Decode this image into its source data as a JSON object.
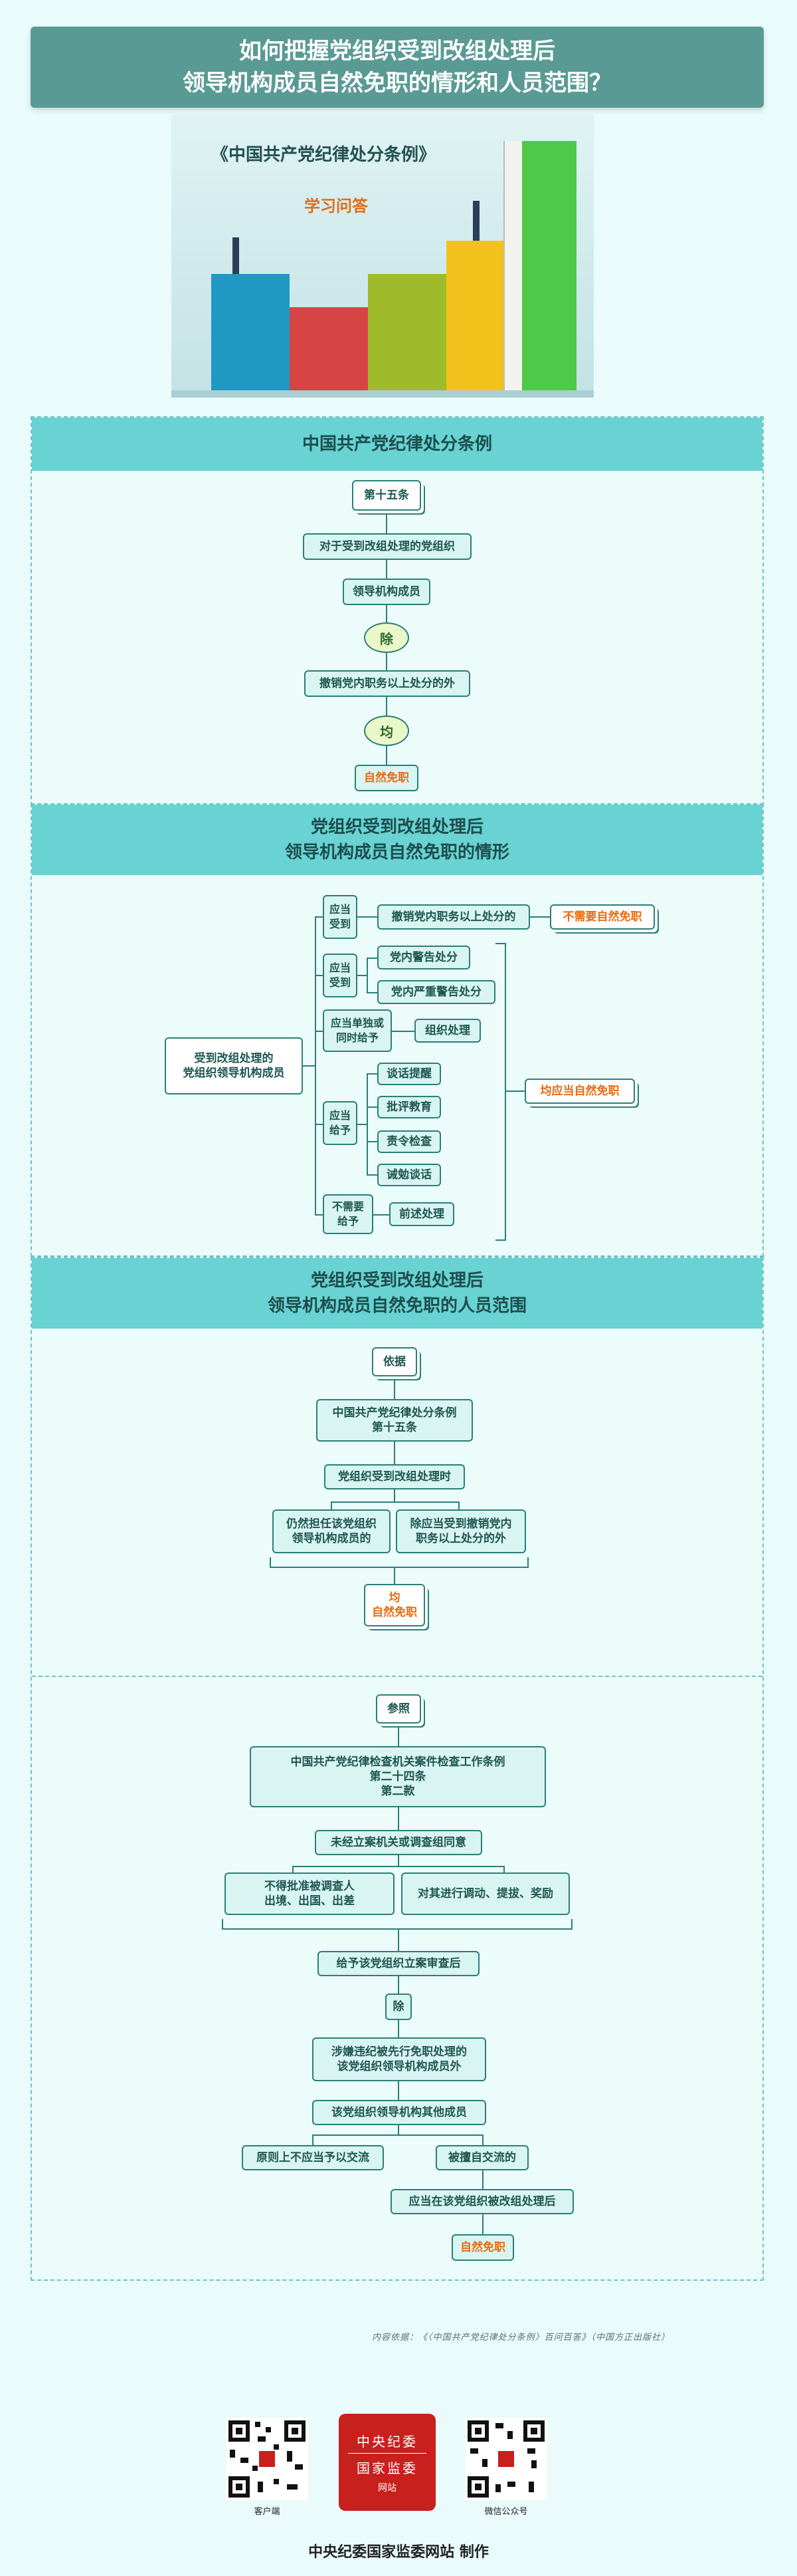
{
  "header": {
    "line1": "如何把握党组织受到改组处理后",
    "line2": "领导机构成员自然免职的情形和人员范围？"
  },
  "hero": {
    "book_title": "《中国共产党纪律处分条例》",
    "subtitle": "学习问答"
  },
  "section1": {
    "title": "中国共产党纪律处分条例",
    "article": "第十五条",
    "step1": "对于受到改组处理的党组织",
    "step2": "领导机构成员",
    "except": "除",
    "step3": "撤销党内职务以上处分的外",
    "all": "均",
    "result": "自然免职"
  },
  "section2": {
    "title_line1": "党组织受到改组处理后",
    "title_line2": "领导机构成员自然免职的情形",
    "root": "受到改组处理的\n党组织领导机构成员",
    "g1_label": "应当\n受到",
    "g1_item": "撤销党内职务以上处分的",
    "g1_result": "不需要自然免职",
    "g2_label": "应当\n受到",
    "g2_items": [
      "党内警告处分",
      "党内严重警告处分"
    ],
    "g3_label": "应当单独或\n同时给予",
    "g3_item": "组织处理",
    "g4_label": "应当\n给予",
    "g4_items": [
      "谈话提醒",
      "批评教育",
      "责令检查",
      "诫勉谈话"
    ],
    "g5_label": "不需要\n给予",
    "g5_item": "前述处理",
    "right_result": "均应当自然免职"
  },
  "section3": {
    "title_line1": "党组织受到改组处理后",
    "title_line2": "领导机构成员自然免职的人员范围",
    "basis": "依据",
    "doc": "中国共产党纪律处分条例\n第十五条",
    "when": "党组织受到改组处理时",
    "left": "仍然担任该党组织\n领导机构成员的",
    "right": "除应当受到撤销党内\n职务以上处分的外",
    "result_all": "均",
    "result": "自然免职",
    "ref": "参照",
    "ref_doc": "中国共产党纪律检查机关案件检查工作条例\n第二十四条\n第二款",
    "r1": "未经立案机关或调查组同意",
    "r2_left": "不得批准被调查人\n出境、出国、出差",
    "r2_right": "对其进行调动、提拔、奖励",
    "r3": "给予该党组织立案审查后",
    "r4": "除",
    "r5": "涉嫌违纪被先行免职处理的\n该党组织领导机构成员外",
    "r6": "该党组织领导机构其他成员",
    "r7_left": "原则上不应当予以交流",
    "r7_right": "被擅自交流的",
    "r8": "应当在该党组织被改组处理后",
    "r9": "自然免职"
  },
  "source": "内容依据：《〈中国共产党纪律处分条例〉百问百答》（中国方正出版社）",
  "footer": {
    "qr_left_caption": "客户端",
    "logo_line1": "中央纪委",
    "logo_line2": "国家监委",
    "logo_line3": "网站",
    "qr_right_caption": "微信公众号",
    "credit": "中央纪委国家监委网站 制作"
  }
}
